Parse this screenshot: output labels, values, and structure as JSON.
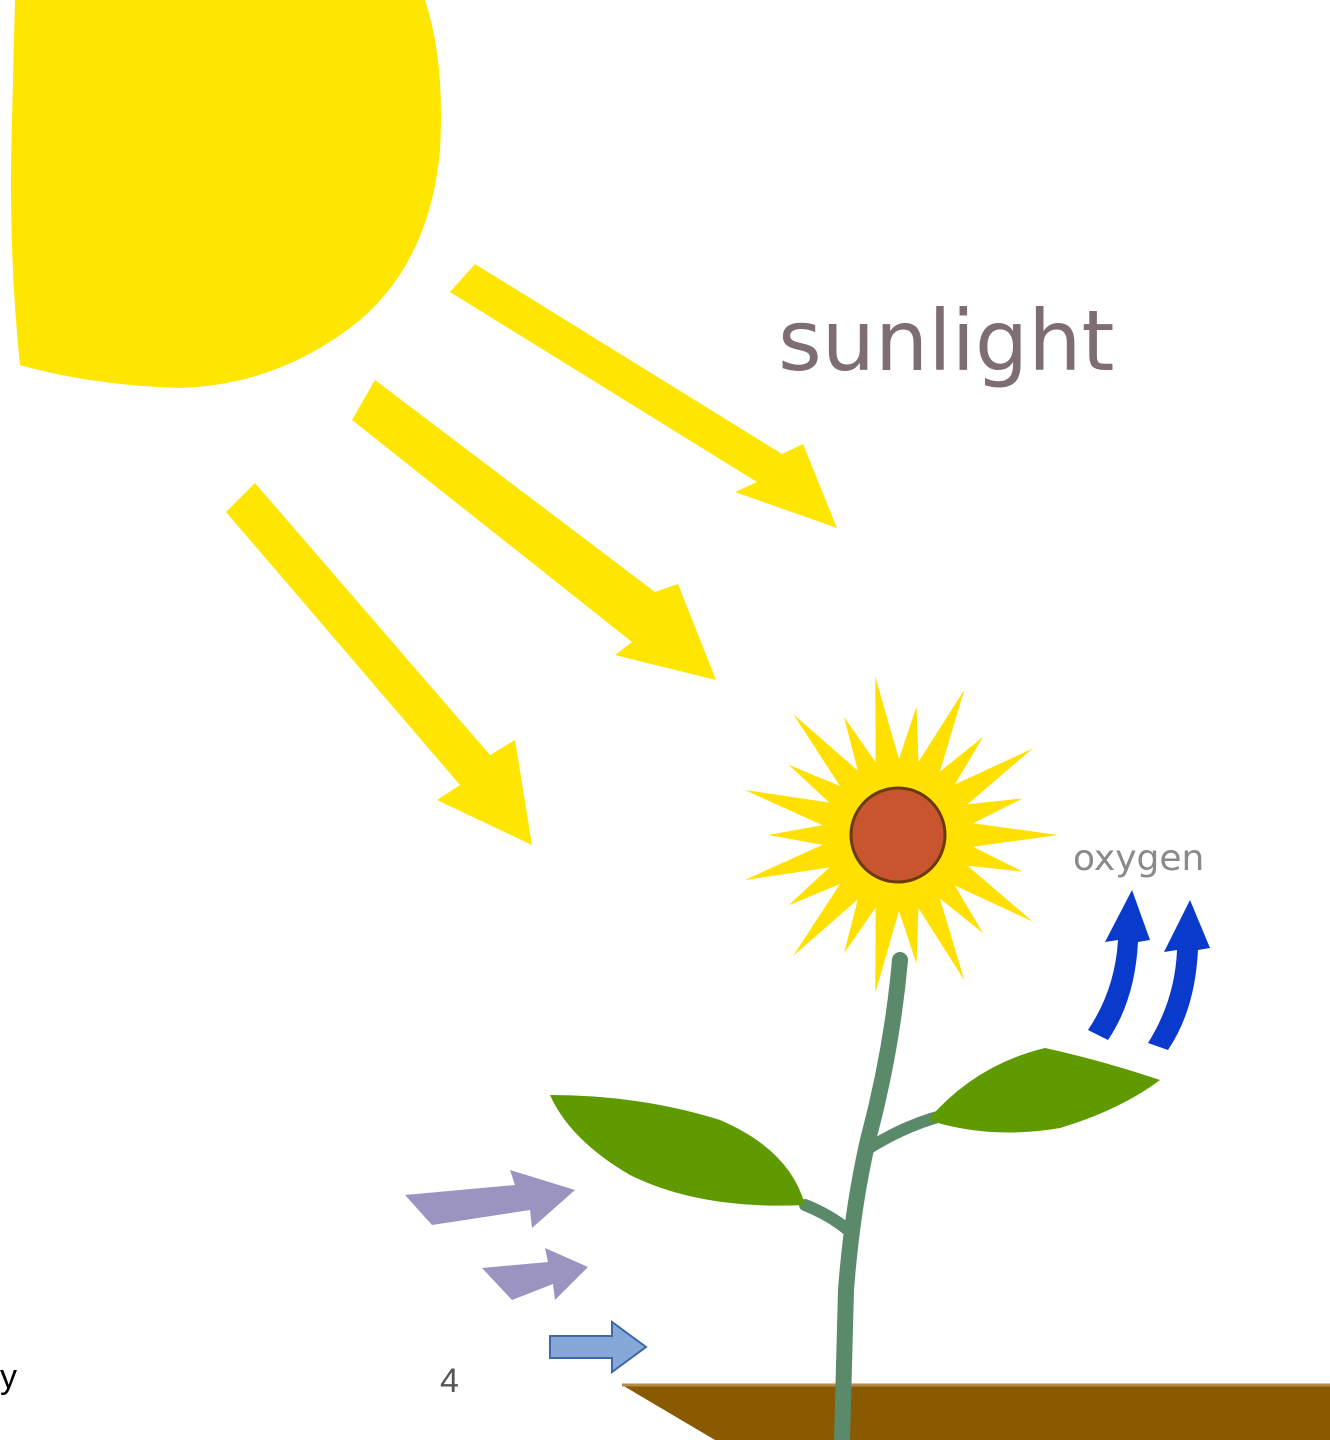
{
  "diagram": {
    "labels": {
      "sunlight": "sunlight",
      "oxygen": "oxygen"
    },
    "footer": {
      "page_number": "4",
      "left_text": "y"
    },
    "colors": {
      "sun": "#ffe600",
      "ray": "#ffe600",
      "petal": "#ffe000",
      "flower_center": "#c9552f",
      "stem": "#5a8a6a",
      "leaf": "#5e9a00",
      "oxygen_arrow": "#0a3acb",
      "co2_arrow": "#9b93c0",
      "water_arrow": "#86a8d9",
      "soil": "#8a5a00"
    },
    "icons": [
      "sun-icon",
      "sunflower-icon",
      "leaf-icon",
      "arrow-icon"
    ]
  }
}
